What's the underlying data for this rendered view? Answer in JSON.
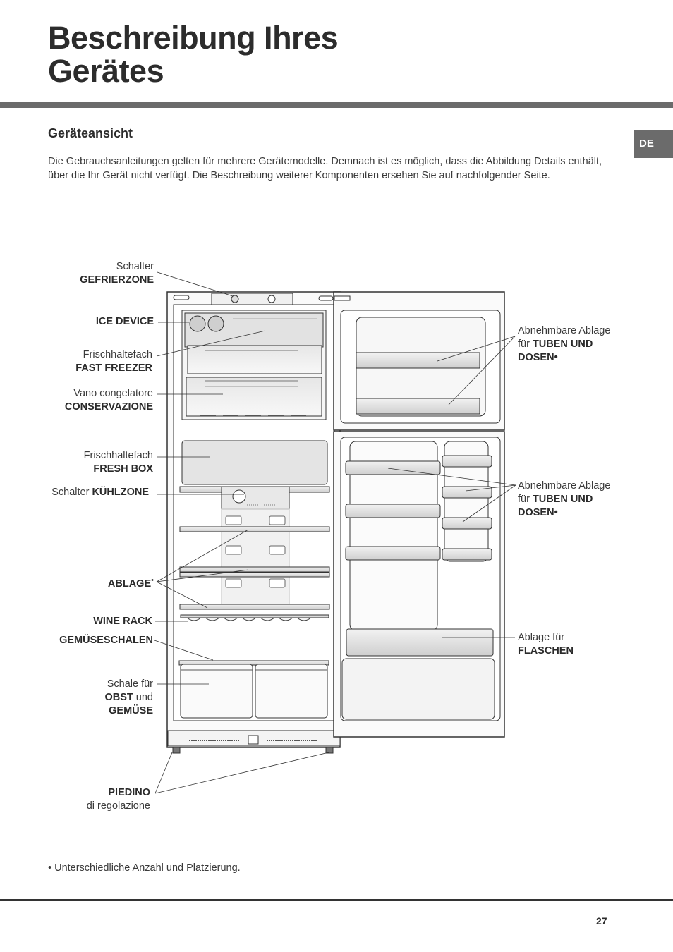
{
  "title": {
    "line1": "Beschreibung Ihres",
    "line2": "Gerätes"
  },
  "language_tab": "DE",
  "section_title": "Geräteansicht",
  "intro": "Die Gebrauchsanleitungen gelten für mehrere Gerätemodelle. Demnach ist es möglich, dass die Abbildung Details enthält, über die Ihr Gerät nicht verfügt. Die Beschreibung weiterer Komponenten ersehen Sie auf nachfolgender Seite.",
  "labels": {
    "switch_freezer": {
      "plain": "Schalter",
      "bold": "GEFRIERZONE"
    },
    "ice_device": {
      "bold": "ICE DEVICE"
    },
    "fast_freezer": {
      "plain": "Frischhaltefach",
      "bold": "FAST FREEZER"
    },
    "conservazione": {
      "plain": "Vano congelatore",
      "bold": "CONSERVAZIONE"
    },
    "fresh_box": {
      "plain": "Frischhaltefach",
      "bold": "FRESH BOX"
    },
    "switch_fridge": {
      "plain": "Schalter",
      "bold": "KÜHLZONE"
    },
    "ablage": {
      "bold": "ABLAGE",
      "mark": "•"
    },
    "wine_rack": {
      "bold": "WINE RACK"
    },
    "vegetable_trays": {
      "bold": "GEMÜSESCHALEN"
    },
    "fruit_tray": {
      "plain": "Schale für",
      "bold1": "OBST",
      "plain2": "und",
      "bold2": "GEMÜSE"
    },
    "feet": {
      "bold": "PIEDINO",
      "plain": "di regolazione"
    },
    "door_shelf_top": {
      "plain1": "Abnehmbare Ablage",
      "plain2": "für",
      "bold1": "TUBEN UND",
      "bold2": "DOSEN•"
    },
    "door_shelf_mid": {
      "plain1": "Abnehmbare Ablage",
      "plain2": "für",
      "bold1": "TUBEN UND",
      "bold2": "DOSEN•"
    },
    "bottle_shelf": {
      "plain": "Ablage für",
      "bold": "FLASCHEN"
    }
  },
  "footnote": "• Unterschiedliche Anzahl und Platzierung.",
  "page_number": "27"
}
